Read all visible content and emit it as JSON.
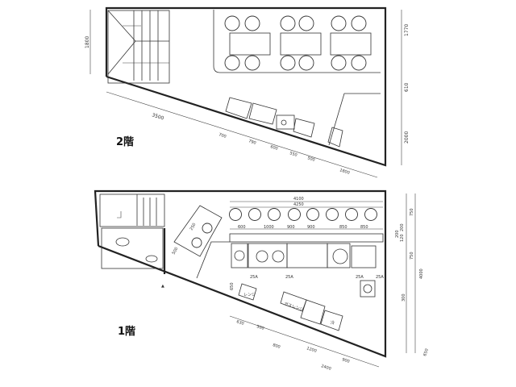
{
  "floor2": {
    "label": "2階",
    "dims": {
      "left": "1800",
      "right_top": "1770",
      "right_mid": "610",
      "right_bottom": "2000",
      "diagonal": "3500",
      "seg": [
        "700",
        "790",
        "600",
        "550",
        "500",
        "1800"
      ]
    }
  },
  "floor1": {
    "label": "1階",
    "dims": {
      "top1": "4100",
      "top2": "4250",
      "counter": [
        "600",
        "1000",
        "900",
        "900",
        "850",
        "850"
      ],
      "right": [
        "750",
        "200",
        "200",
        "120",
        "750",
        "4000",
        "300"
      ],
      "gas": [
        "25A",
        "25A",
        "25A",
        "25A"
      ],
      "bottom": [
        "630",
        "500",
        "800",
        "1200",
        "900",
        "2400",
        "650"
      ],
      "misc": [
        "500",
        "250",
        "650"
      ]
    },
    "labels": {
      "range": "レンジ",
      "gas_range": "ガスレンジ",
      "fridge": "冷"
    }
  }
}
